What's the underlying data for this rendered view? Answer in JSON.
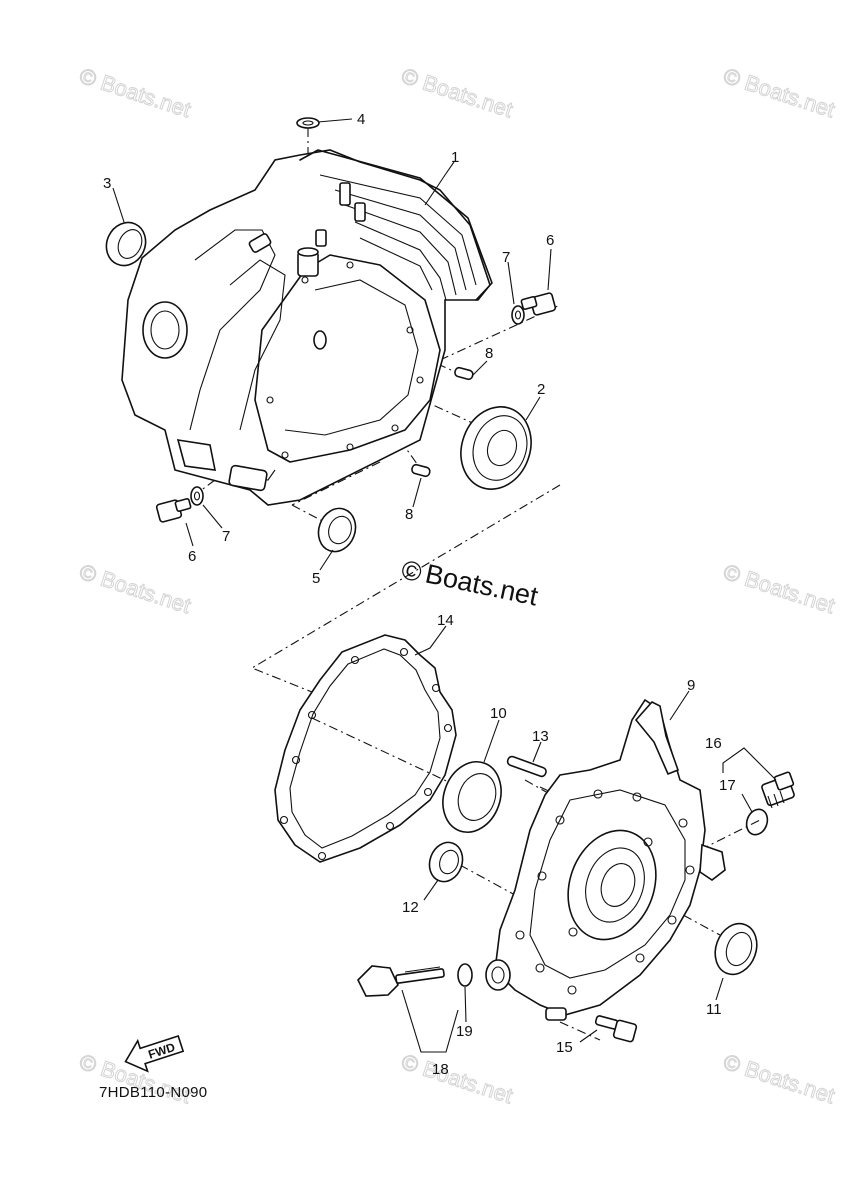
{
  "diagram": {
    "drawing_code": "7HDB110-N090",
    "brand_label": "Boats.net",
    "copyright_symbol": "©",
    "watermark_text": "© Boats.net",
    "fwd_label": "FWD"
  },
  "callouts": [
    {
      "id": "1",
      "label": "1"
    },
    {
      "id": "2",
      "label": "2"
    },
    {
      "id": "3",
      "label": "3"
    },
    {
      "id": "4",
      "label": "4"
    },
    {
      "id": "5",
      "label": "5"
    },
    {
      "id": "6a",
      "label": "6"
    },
    {
      "id": "6b",
      "label": "6"
    },
    {
      "id": "7a",
      "label": "7"
    },
    {
      "id": "7b",
      "label": "7"
    },
    {
      "id": "8a",
      "label": "8"
    },
    {
      "id": "8b",
      "label": "8"
    },
    {
      "id": "9",
      "label": "9"
    },
    {
      "id": "10",
      "label": "10"
    },
    {
      "id": "11",
      "label": "11"
    },
    {
      "id": "12",
      "label": "12"
    },
    {
      "id": "13",
      "label": "13"
    },
    {
      "id": "14",
      "label": "14"
    },
    {
      "id": "15",
      "label": "15"
    },
    {
      "id": "16",
      "label": "16"
    },
    {
      "id": "17",
      "label": "17"
    },
    {
      "id": "18",
      "label": "18"
    },
    {
      "id": "19",
      "label": "19"
    }
  ]
}
